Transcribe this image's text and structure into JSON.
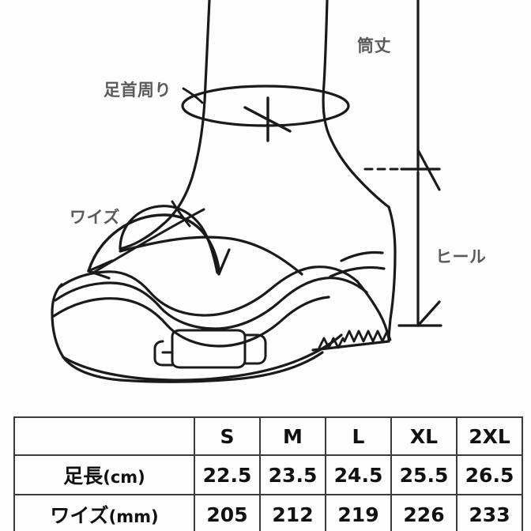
{
  "page": {
    "background": "#fdfdfd",
    "line_color": "#1a1a1a",
    "label_color": "#5a5a5a"
  },
  "diagram": {
    "type": "shoe-measurement-diagram",
    "labels": {
      "ankle_circumference": "足首周り",
      "shaft_height": "筒丈",
      "width": "ワイズ",
      "heel": "ヒール"
    }
  },
  "size_table": {
    "corner_label": "",
    "columns": [
      "S",
      "M",
      "L",
      "XL",
      "2XL"
    ],
    "rows": [
      {
        "label": "足長",
        "unit": "(cm)",
        "values": [
          "22.5",
          "23.5",
          "24.5",
          "25.5",
          "26.5"
        ]
      },
      {
        "label": "ワイズ",
        "unit": "(mm)",
        "values": [
          "205",
          "212",
          "219",
          "226",
          "233"
        ]
      }
    ]
  }
}
